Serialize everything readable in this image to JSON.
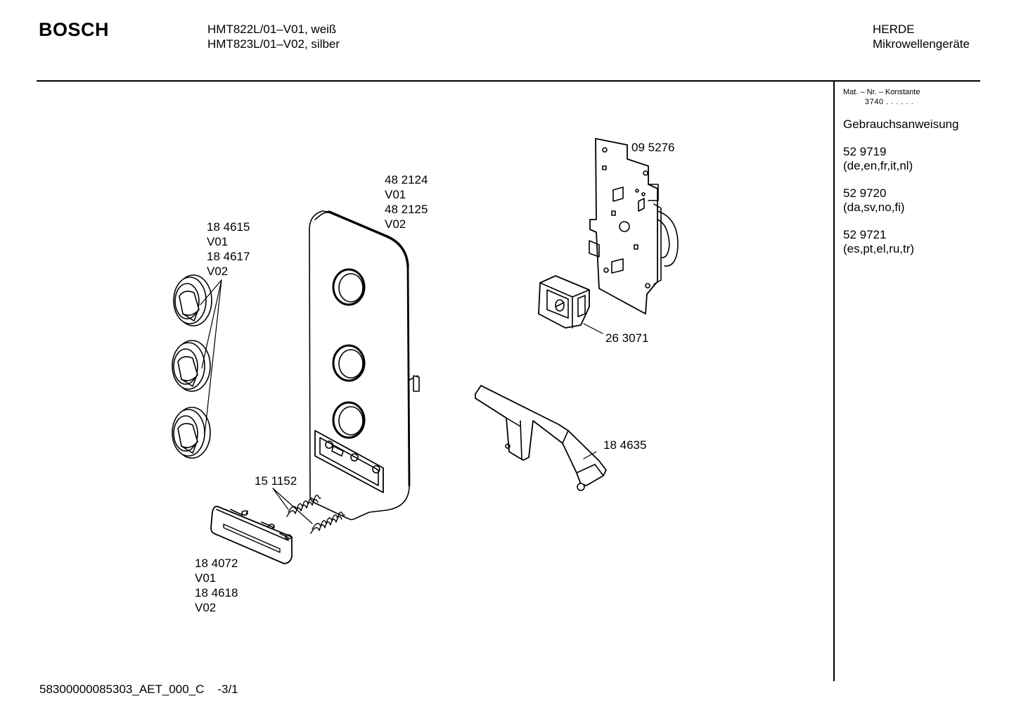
{
  "header": {
    "brand": "BOSCH",
    "model_line_1": "HMT822L/01–V01, weiß",
    "model_line_2": "HMT823L/01–V02, silber",
    "category_line_1": "HERDE",
    "category_line_2": "Mikrowellengeräte"
  },
  "sidebar": {
    "mat_label": "Mat. – Nr. – Konstante",
    "mat_value": "3740  .  .  .  .  .  .",
    "heading": "Gebrauchsanweisung",
    "manuals": [
      {
        "number": "52 9719",
        "languages": "(de,en,fr,it,nl)"
      },
      {
        "number": "52 9720",
        "languages": "(da,sv,no,fi)"
      },
      {
        "number": "52 9721",
        "languages": "(es,pt,el,ru,tr)"
      }
    ]
  },
  "callouts": {
    "knobs": [
      "18 4615",
      "V01",
      "18 4617",
      "V02"
    ],
    "panel": [
      "48 2124",
      "V01",
      "48 2125",
      "V02"
    ],
    "timer": [
      "09 5276"
    ],
    "switch": [
      "26 3071"
    ],
    "bracket": [
      "18 4635"
    ],
    "springs": [
      "15 1152"
    ],
    "button": [
      "18 4072",
      "V01",
      "18 4618",
      "V02"
    ]
  },
  "footer": {
    "code": "58300000085303_AET_000_C    -3/1"
  }
}
